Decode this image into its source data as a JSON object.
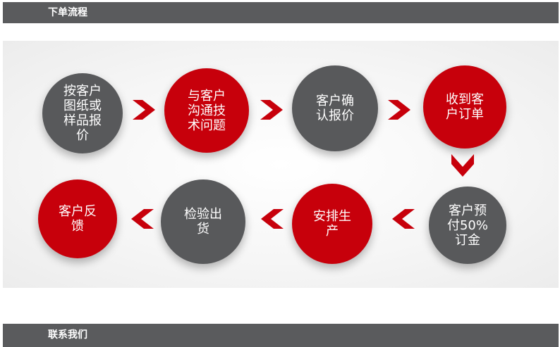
{
  "header": {
    "title": "下单流程"
  },
  "footer": {
    "title": "联系我们"
  },
  "colors": {
    "bar": "#5a5b5d",
    "red": "#c7000b",
    "dark": "#58595b"
  },
  "flow": {
    "steps": [
      {
        "label": "按客户\n图纸或\n样品报\n价",
        "color": "dark"
      },
      {
        "label": "与客户\n沟通技\n术问题",
        "color": "red"
      },
      {
        "label": "客户确\n认报价",
        "color": "dark"
      },
      {
        "label": "收到客\n户订单",
        "color": "red"
      },
      {
        "label": "客户预\n付50%\n订金",
        "color": "dark"
      },
      {
        "label": "安排生\n产",
        "color": "red"
      },
      {
        "label": "检验出\n货",
        "color": "dark"
      },
      {
        "label": "客户反\n馈",
        "color": "red"
      }
    ],
    "arrow_icon": "chevron-arrow-icon"
  }
}
